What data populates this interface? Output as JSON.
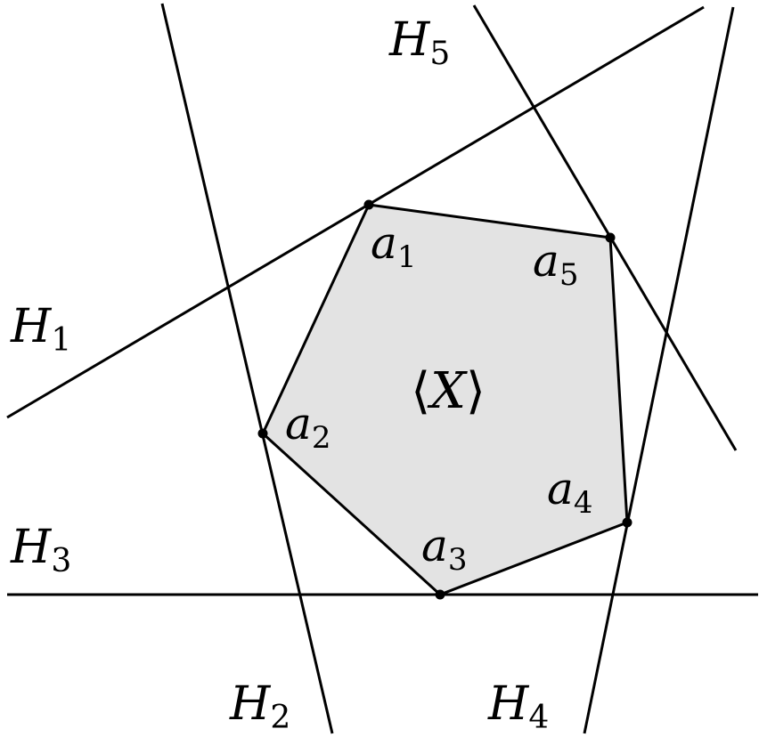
{
  "diagram": {
    "hull_label": {
      "open": "⟨",
      "var": "X",
      "close": "⟩"
    },
    "fill_color": "#e3e3e3",
    "line_color": "#000000",
    "hyperplanes": [
      {
        "name": "H",
        "index": "1"
      },
      {
        "name": "H",
        "index": "2"
      },
      {
        "name": "H",
        "index": "3"
      },
      {
        "name": "H",
        "index": "4"
      },
      {
        "name": "H",
        "index": "5"
      }
    ],
    "vertices": [
      {
        "name": "a",
        "index": "1"
      },
      {
        "name": "a",
        "index": "2"
      },
      {
        "name": "a",
        "index": "3"
      },
      {
        "name": "a",
        "index": "4"
      },
      {
        "name": "a",
        "index": "5"
      }
    ]
  }
}
